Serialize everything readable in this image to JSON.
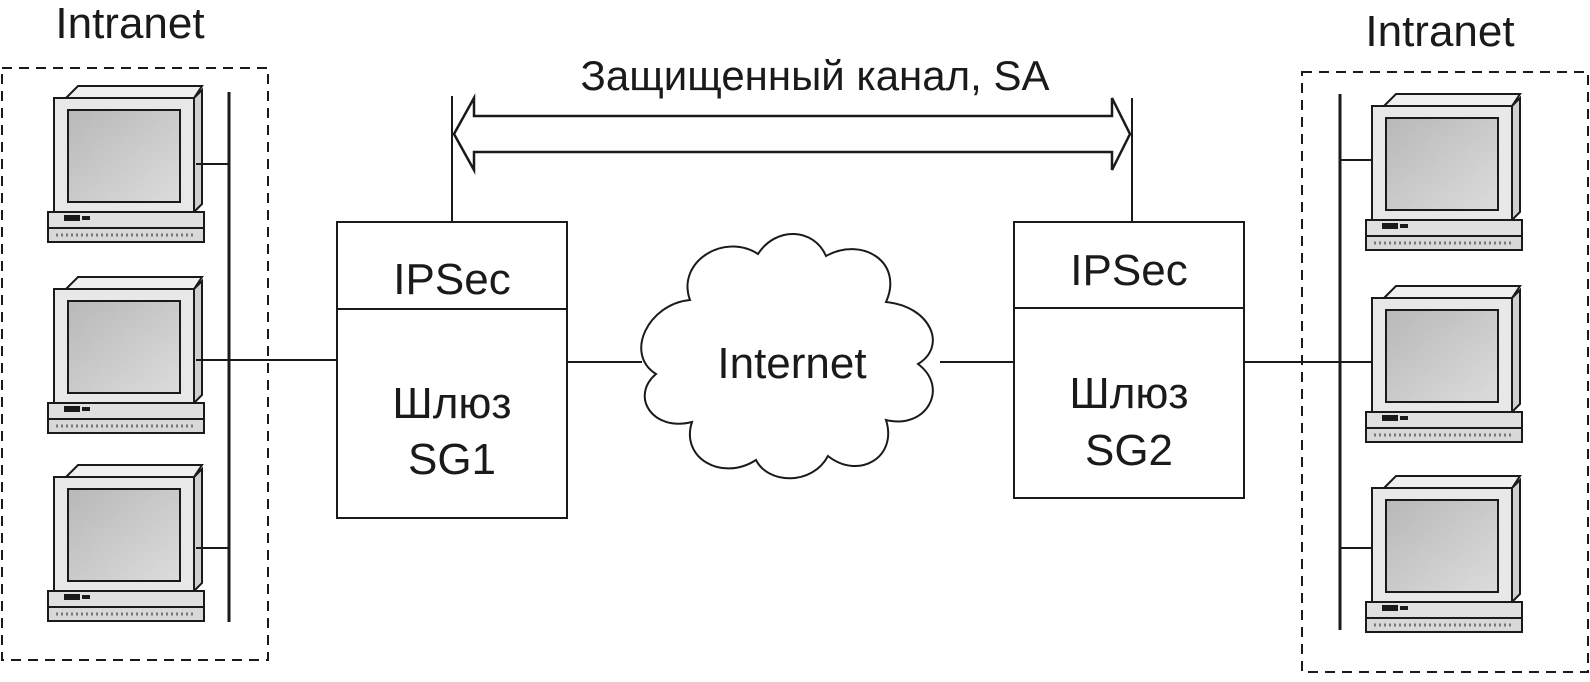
{
  "left_network": {
    "label": "Intranet"
  },
  "right_network": {
    "label": "Intranet"
  },
  "channel": {
    "label": "Защищенный канал, SA"
  },
  "gateway_left": {
    "protocol": "IPSec",
    "name_line1": "Шлюз",
    "name_line2": "SG1"
  },
  "gateway_right": {
    "protocol": "IPSec",
    "name_line1": "Шлюз",
    "name_line2": "SG2"
  },
  "cloud": {
    "label": "Internet"
  },
  "icons": [
    "computer-icon",
    "internet-cloud-icon",
    "double-arrow-icon"
  ],
  "colors": {
    "line": "#1a1a1a",
    "monitor_screen": "#c9c9c9",
    "monitor_case": "#e6e6e6"
  }
}
